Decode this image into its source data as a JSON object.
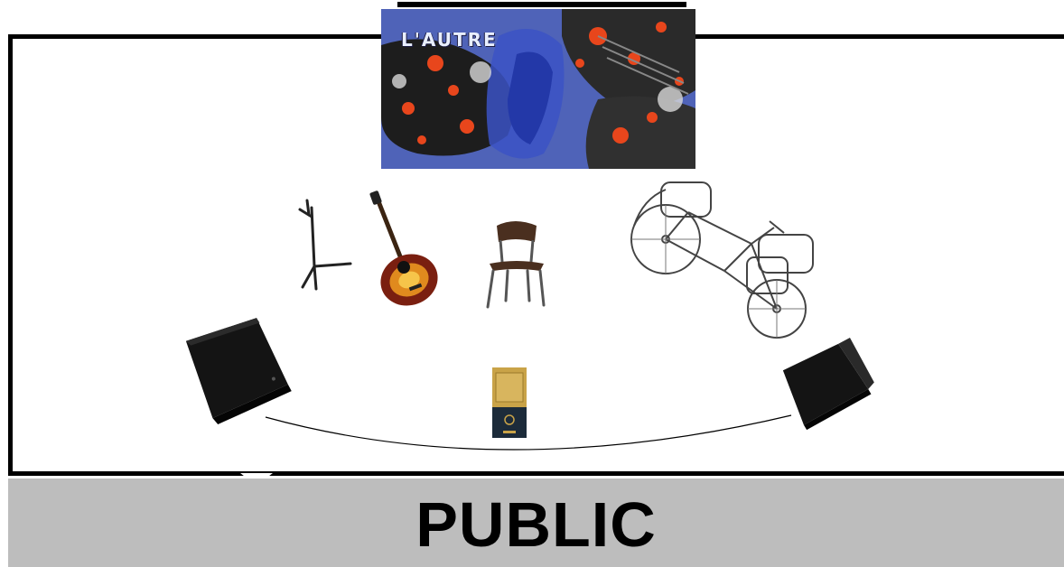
{
  "banner": {
    "text": "L'AUTRE",
    "colors": {
      "sky": "#4f63b8",
      "ember": "#e8461c",
      "rock": "#262626"
    }
  },
  "stage": {
    "items": [
      {
        "name": "mic-stand",
        "icon": "mic-stand-icon"
      },
      {
        "name": "acoustic-guitar",
        "icon": "guitar-icon"
      },
      {
        "name": "chair",
        "icon": "chair-icon"
      },
      {
        "name": "bicycle",
        "icon": "bicycle-icon"
      },
      {
        "name": "cajon",
        "icon": "cajon-icon"
      },
      {
        "name": "speaker-left",
        "icon": "speaker-icon"
      },
      {
        "name": "speaker-right",
        "icon": "speaker-icon"
      }
    ]
  },
  "audience": {
    "label": "PUBLIC"
  }
}
